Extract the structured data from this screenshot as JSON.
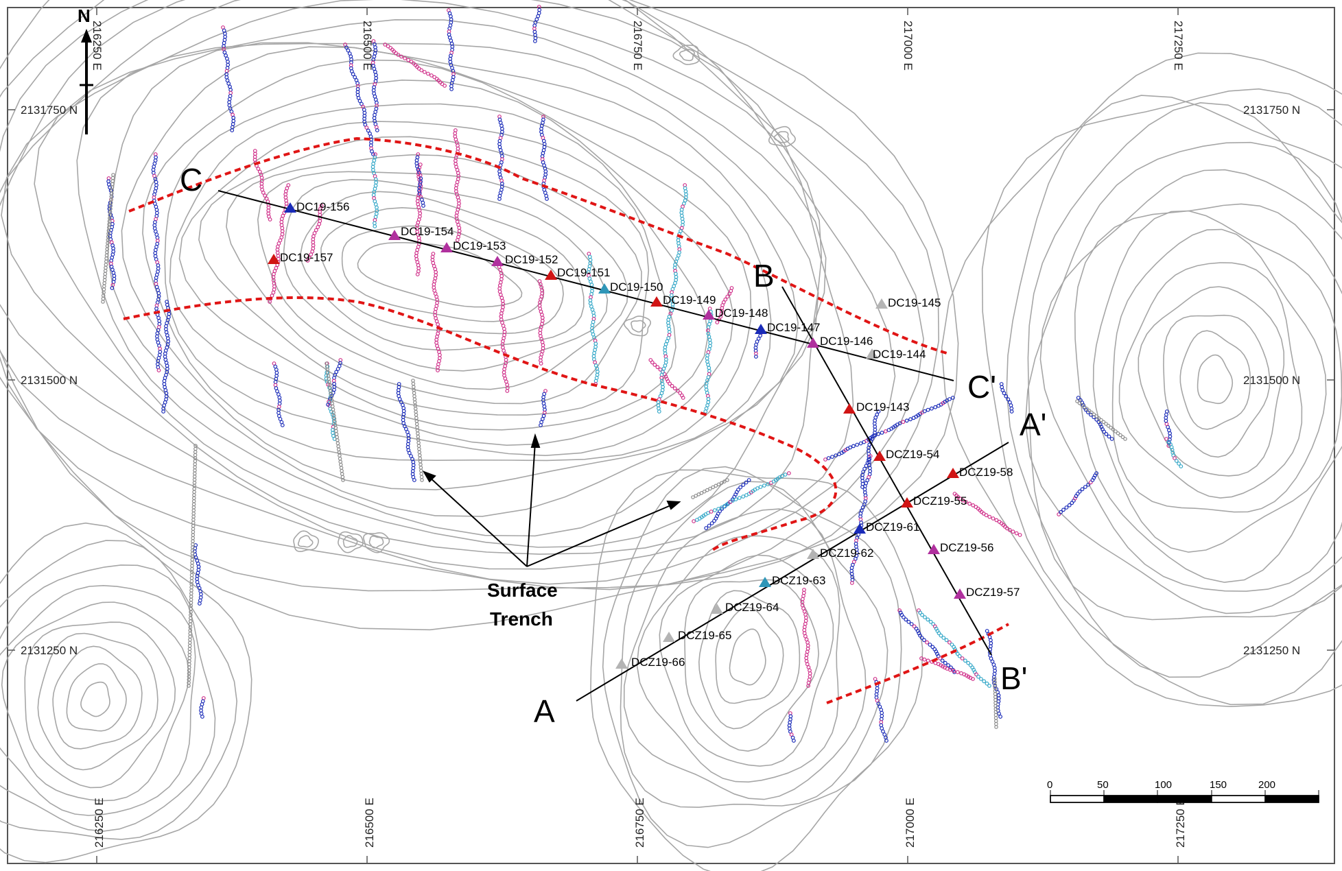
{
  "north_label": "N",
  "grid_labels": {
    "top_easting": [
      "216250 E",
      "216500 E",
      "216750 E",
      "217000 E",
      "217250 E"
    ],
    "bottom_easting": [
      "216250 E",
      "216500 E",
      "216750 E",
      "217000 E",
      "217250 E"
    ],
    "left_northing": [
      "2131750 N",
      "2131500 N",
      "2131250 N"
    ],
    "right_northing": [
      "2131750 N",
      "2131500 N",
      "2131250 N"
    ]
  },
  "section_lines": [
    {
      "start": "C",
      "end": "C'"
    },
    {
      "start": "A",
      "end": "A'"
    },
    {
      "start": "B",
      "end": "B'"
    }
  ],
  "drill_holes": [
    {
      "id": "DC19-156",
      "color": "#1a2bb8"
    },
    {
      "id": "DC19-154",
      "color": "#b0309e"
    },
    {
      "id": "DC19-153",
      "color": "#b0309e"
    },
    {
      "id": "DC19-152",
      "color": "#b0309e"
    },
    {
      "id": "DC19-157",
      "color": "#d01414"
    },
    {
      "id": "DC19-151",
      "color": "#d01414"
    },
    {
      "id": "DC19-150",
      "color": "#2f96b8"
    },
    {
      "id": "DC19-149",
      "color": "#d01414"
    },
    {
      "id": "DC19-148",
      "color": "#b0309e"
    },
    {
      "id": "DC19-147",
      "color": "#1a2bb8"
    },
    {
      "id": "DC19-146",
      "color": "#b0309e"
    },
    {
      "id": "DC19-145",
      "color": "#b4b4b4"
    },
    {
      "id": "DC19-144",
      "color": "#b4b4b4"
    },
    {
      "id": "DC19-143",
      "color": "#d01414"
    },
    {
      "id": "DCZ19-54",
      "color": "#d01414"
    },
    {
      "id": "DCZ19-58",
      "color": "#d01414"
    },
    {
      "id": "DCZ19-55",
      "color": "#d01414"
    },
    {
      "id": "DCZ19-61",
      "color": "#1a2bb8"
    },
    {
      "id": "DCZ19-56",
      "color": "#b0309e"
    },
    {
      "id": "DCZ19-62",
      "color": "#b4b4b4"
    },
    {
      "id": "DCZ19-63",
      "color": "#2f96b8"
    },
    {
      "id": "DCZ19-57",
      "color": "#b0309e"
    },
    {
      "id": "DCZ19-64",
      "color": "#b4b4b4"
    },
    {
      "id": "DCZ19-65",
      "color": "#b4b4b4"
    },
    {
      "id": "DCZ19-66",
      "color": "#b4b4b4"
    }
  ],
  "annotation": {
    "line1": "Surface",
    "line2": "Trench"
  },
  "scale_bar": {
    "ticks": [
      "0",
      "50",
      "100",
      "150",
      "200"
    ]
  },
  "colors": {
    "contour": "#a6a6a6",
    "zone_boundary": "#e01515",
    "trench_blue": "#1a2bb8",
    "trench_cyan": "#35a8c8",
    "trench_pink": "#d0308a",
    "trench_grey": "#8c8c8c"
  }
}
